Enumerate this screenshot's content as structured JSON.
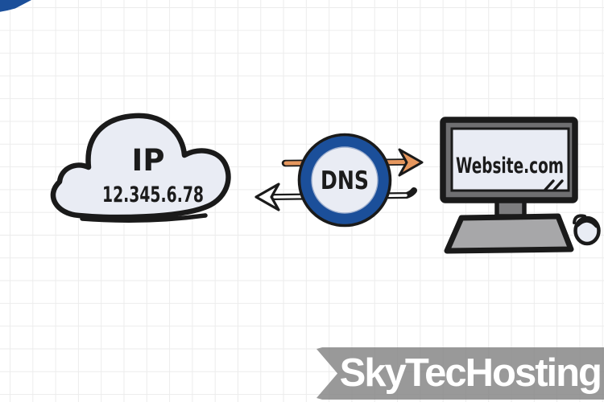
{
  "diagram": {
    "cloud": {
      "label": "IP",
      "ip_address": "12.345.6.78"
    },
    "dns": {
      "label": "DNS"
    },
    "website": {
      "label": "Website.com"
    }
  },
  "watermark": {
    "brand": "SkyTecHosting"
  },
  "colors": {
    "accent_blue": "#1b4f9a",
    "arrow_orange": "#e6975e",
    "light_fill": "#e9ecf4",
    "outline": "#1a1a1a",
    "bezel_gray": "#6f6f71",
    "keyboard_gray": "#a7a7a9",
    "banner_gray": "#9c9c9c"
  }
}
